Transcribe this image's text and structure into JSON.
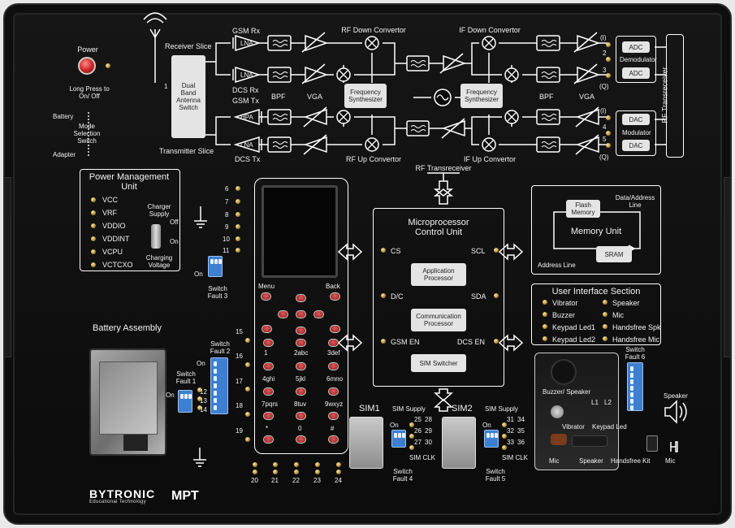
{
  "rf": {
    "receiver_slice": "Receiver Slice",
    "transmitter_slice": "Transmitter Slice",
    "antenna_pin": "1",
    "antenna_switch": "Dual\nBand\nAntenna\nSwitch",
    "gsm_rx": "GSM Rx",
    "dcs_rx": "DCS Rx",
    "gsm_tx": "GSM Tx",
    "dcs_tx": "DCS Tx",
    "lna": "LNA",
    "hpa": "HPA",
    "bpf": "BPF",
    "vga": "VGA",
    "rf_down": "RF Down Convertor",
    "if_down": "IF Down Convertor",
    "rf_up": "RF Up Convertor",
    "if_up": "IF Up Convertor",
    "freq_synth": "Frequency\nSynthesizer",
    "adc": "ADC",
    "dac": "DAC",
    "demodulator": "Demodulator",
    "modulator": "Modulator",
    "rf_transreceiver": "RF Transreceiver",
    "rf_transreceiver_bus": "RF Transreceiver",
    "iq_top": [
      "(I)",
      "2",
      "3",
      "(Q)"
    ],
    "iq_bottom": [
      "(I)",
      "4",
      "5",
      "(Q)"
    ]
  },
  "power": {
    "label": "Power",
    "long_press": "Long Press to\nOn/ Off",
    "battery": "Battery",
    "mode_selection": "Mode\nSelection\nSwitch",
    "adapter": "Adapter"
  },
  "pmu": {
    "title": "Power Management\nUnit",
    "rails": [
      "VCC",
      "VRF",
      "VDDIO",
      "VDDINT",
      "VCPU",
      "VCTCXO"
    ],
    "charger_supply": "Charger\nSupply",
    "off": "Off",
    "on": "On",
    "charging_voltage": "Charging\nVoltage"
  },
  "switches": {
    "fault1": "Switch\nFault 1",
    "fault2": "Switch\nFault 2",
    "fault3": "Switch\nFault 3",
    "fault4": "Switch\nFault 4",
    "fault5": "Switch\nFault 5",
    "fault6": "Switch\nFault 6",
    "on": "On"
  },
  "test_points": {
    "left_column": [
      "6",
      "7",
      "8",
      "9",
      "10",
      "11"
    ],
    "fault2_column": [
      "15",
      "16",
      "17",
      "18",
      "19"
    ],
    "fault1_column": [
      "12",
      "13",
      "14"
    ],
    "bottom_row": [
      "20",
      "21",
      "22",
      "23",
      "24"
    ]
  },
  "battery_assembly": "Battery Assembly",
  "keypad": {
    "menu": "Menu",
    "back": "Back",
    "keys": [
      "1",
      "2abc",
      "3def",
      "4ghi",
      "5jkl",
      "6mno",
      "7pqrs",
      "8tuv",
      "9wxyz",
      "*",
      "0",
      "#"
    ]
  },
  "mcu": {
    "title": "Microprocessor\nControl Unit",
    "cs": "CS",
    "scl": "SCL",
    "dc": "D/C",
    "sda": "SDA",
    "gsm_en": "GSM EN",
    "dcs_en": "DCS EN",
    "app_proc": "Application\nProcessor",
    "comm_proc": "Communication\nProcessor",
    "sim_switcher": "SIM Switcher"
  },
  "memory": {
    "flash": "Flash\nMemory",
    "data_address": "Data/Address\nLine",
    "title": "Memory Unit",
    "sram": "SRAM",
    "address_line": "Address Line"
  },
  "ui_section": {
    "title": "User Interface Section",
    "items_left": [
      "Vibrator",
      "Buzzer",
      "Keypad Led1",
      "Keypad Led2"
    ],
    "items_right": [
      "Speaker",
      "Mic",
      "Handsfree Spk",
      "Handsfree Mic"
    ],
    "buzzer_speaker": "Buzzer/ Speaker",
    "l1": "L1",
    "l2": "L2",
    "vibrator": "Vibrator",
    "keypad_led": "Keypad Led",
    "mic": "Mic",
    "speaker": "Speaker",
    "handsfree_kit": "Handsfree Kit",
    "speaker_out": "Speaker",
    "mic_out": "Mic"
  },
  "sim": {
    "sim1": "SIM1",
    "sim2": "SIM2",
    "sim_supply": "SIM Supply",
    "sim_clk": "SIM CLK",
    "sim1_pins": [
      "25",
      "28",
      "26",
      "29",
      "27",
      "30"
    ],
    "sim2_pins": [
      "31",
      "34",
      "32",
      "35",
      "33",
      "36"
    ],
    "on": "On"
  },
  "brand": {
    "name": "BYTRONIC",
    "tagline": "Educational Technology",
    "model": "MPT"
  }
}
